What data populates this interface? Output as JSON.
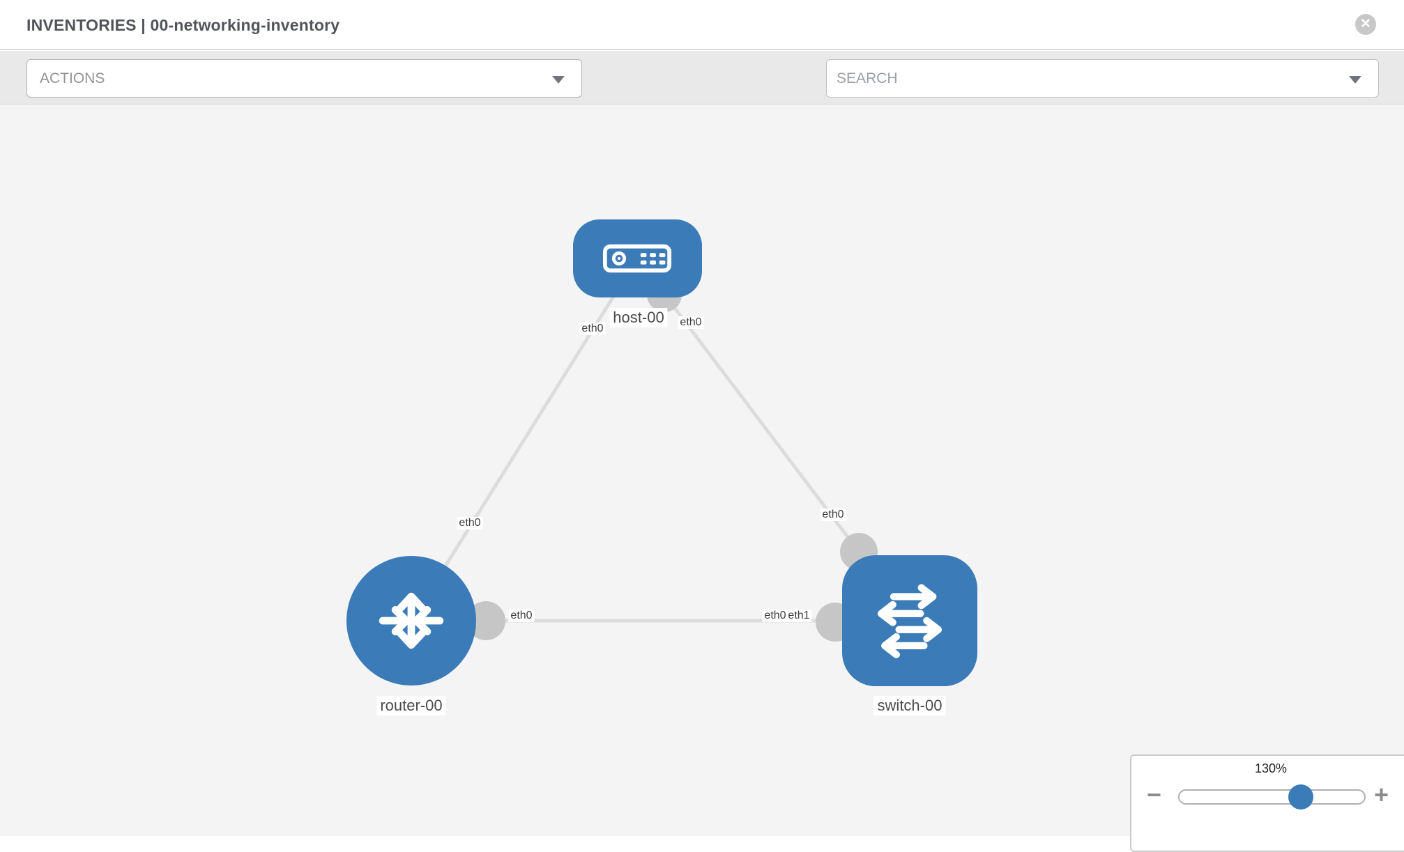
{
  "header": {
    "title": "INVENTORIES | 00-networking-inventory",
    "close_glyph": "✕"
  },
  "toolbar": {
    "actions_label": "ACTIONS",
    "search_placeholder": "SEARCH",
    "icons": [
      "wrench-icon",
      "key-icon"
    ]
  },
  "topology": {
    "nodes": [
      {
        "id": "host-00",
        "type": "host",
        "label": "host-00"
      },
      {
        "id": "router-00",
        "type": "router",
        "label": "router-00"
      },
      {
        "id": "switch-00",
        "type": "switch",
        "label": "switch-00"
      }
    ],
    "links": [
      {
        "source": "host-00",
        "target": "router-00",
        "source_interface": "eth0",
        "target_interface": "eth0"
      },
      {
        "source": "host-00",
        "target": "switch-00",
        "source_interface": "eth0",
        "target_interface": "eth0"
      },
      {
        "source": "router-00",
        "target": "switch-00",
        "source_interface": "eth0",
        "target_interface": "eth1"
      }
    ],
    "overlapped_switch_labels": {
      "under": "eth0",
      "over": "eth1"
    }
  },
  "zoom_control": {
    "level": "130%",
    "minus_glyph": "−",
    "plus_glyph": "+"
  },
  "colors": {
    "node_blue": "#3b7bb8",
    "edge_gray": "#dcdcdc",
    "connector_gray": "#c6c6c6",
    "toolbar_gray": "#e9e9e9"
  }
}
